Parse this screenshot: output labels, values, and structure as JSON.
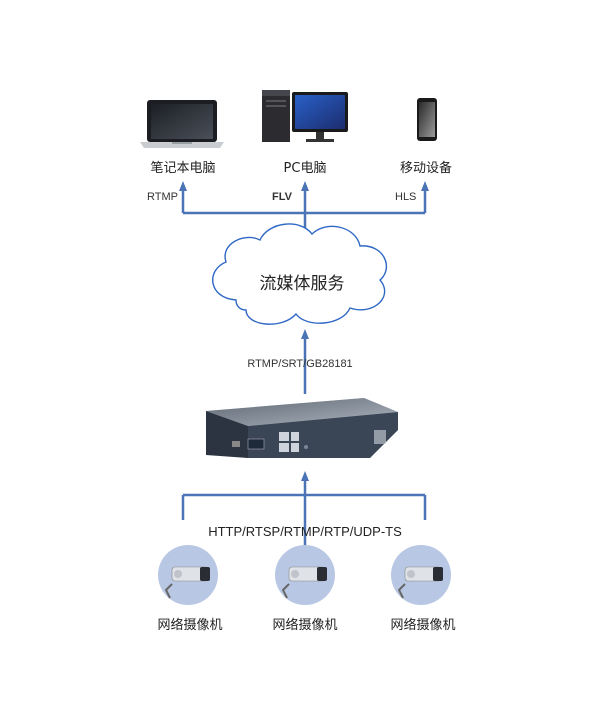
{
  "clients": [
    {
      "label": "笔记本电脑",
      "icon": "laptop-icon",
      "protocol": "RTMP"
    },
    {
      "label": "PC电脑",
      "icon": "desktop-pc-icon",
      "protocol": "FLV"
    },
    {
      "label": "移动设备",
      "icon": "smartphone-icon",
      "protocol": "HLS"
    }
  ],
  "cloud": {
    "label": "流媒体服务",
    "icon": "cloud-icon"
  },
  "uplink_protocol": "RTMP/SRT/GB28181",
  "encoder": {
    "icon": "encoder-device-icon"
  },
  "input_protocol": "HTTP/RTSP/RTMP/RTP/UDP-TS",
  "cameras": [
    {
      "label": "网络摄像机",
      "icon": "ip-camera-icon"
    },
    {
      "label": "网络摄像机",
      "icon": "ip-camera-icon"
    },
    {
      "label": "网络摄像机",
      "icon": "ip-camera-icon"
    }
  ],
  "colors": {
    "arrow": "#4a74b6",
    "camera_circle": "#b8c7e3",
    "device_body": "#2f3a4a"
  }
}
